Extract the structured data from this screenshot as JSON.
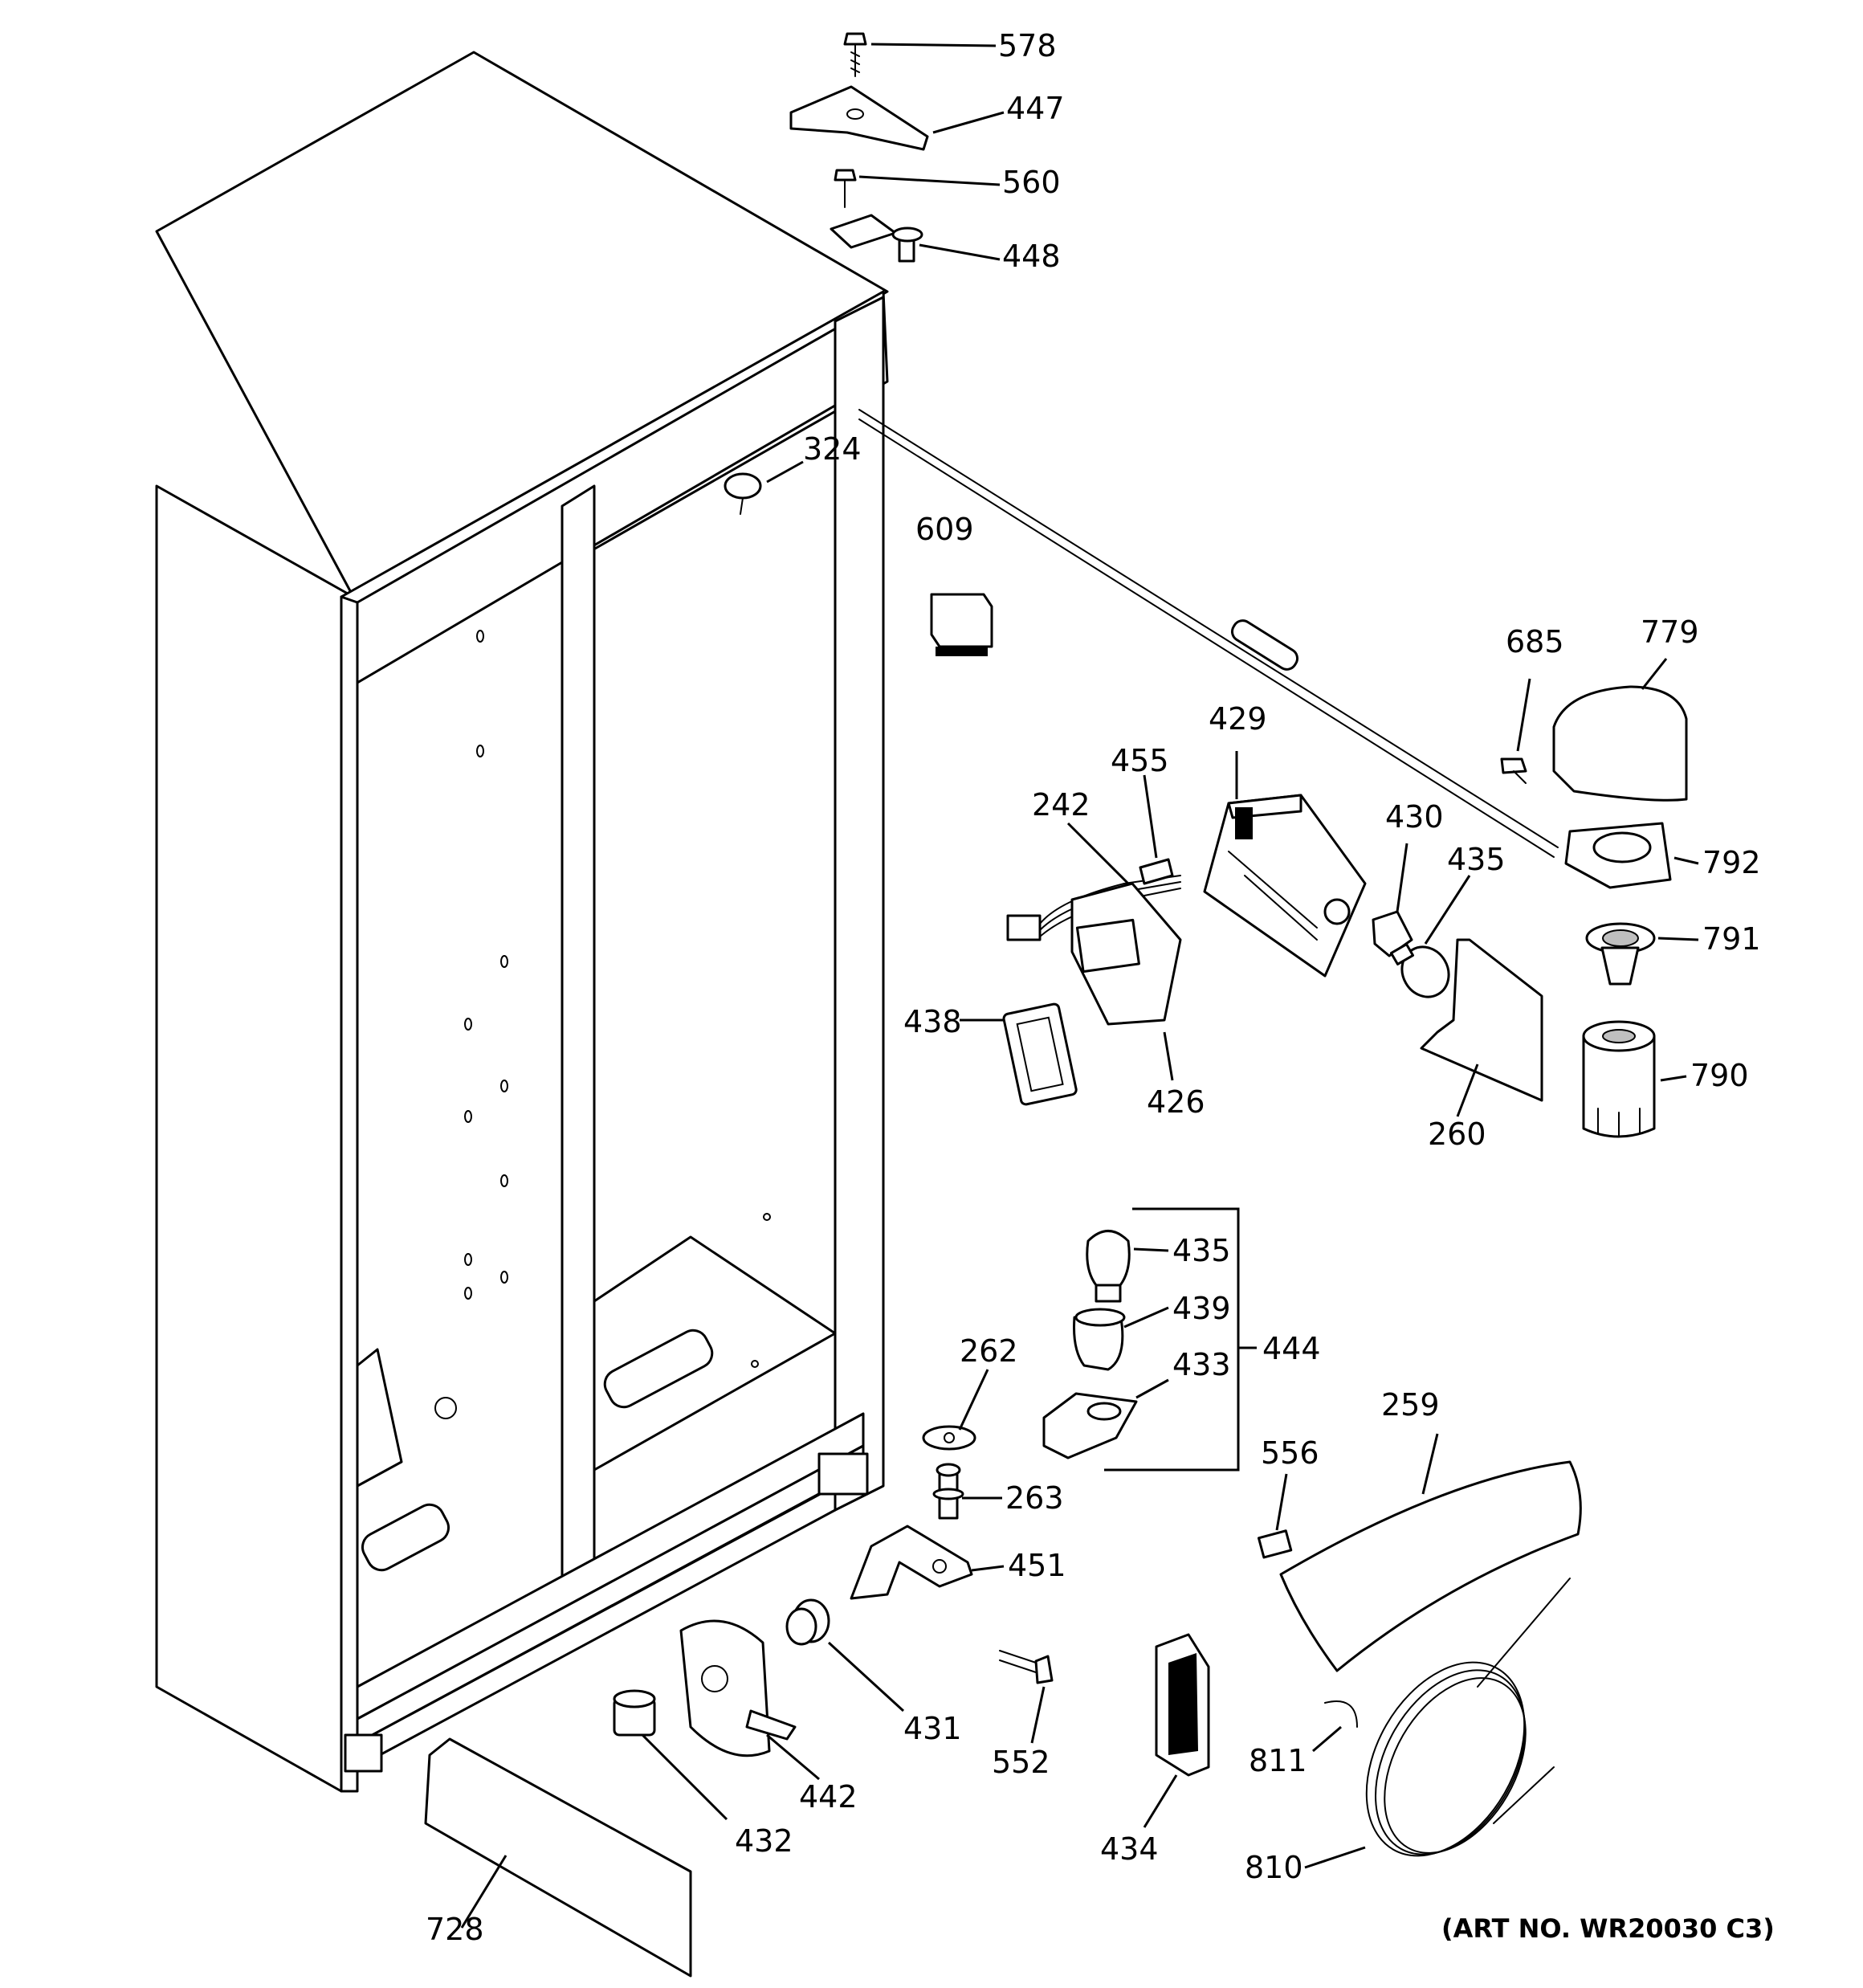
{
  "callouts": [
    {
      "id": "c578",
      "label": "578"
    },
    {
      "id": "c447",
      "label": "447"
    },
    {
      "id": "c560",
      "label": "560"
    },
    {
      "id": "c448",
      "label": "448"
    },
    {
      "id": "c324",
      "label": "324"
    },
    {
      "id": "c609",
      "label": "609"
    },
    {
      "id": "c685",
      "label": "685"
    },
    {
      "id": "c779",
      "label": "779"
    },
    {
      "id": "c429",
      "label": "429"
    },
    {
      "id": "c455",
      "label": "455"
    },
    {
      "id": "c242",
      "label": "242"
    },
    {
      "id": "c430",
      "label": "430"
    },
    {
      "id": "c435a",
      "label": "435"
    },
    {
      "id": "c792",
      "label": "792"
    },
    {
      "id": "c791",
      "label": "791"
    },
    {
      "id": "c438",
      "label": "438"
    },
    {
      "id": "c426",
      "label": "426"
    },
    {
      "id": "c790",
      "label": "790"
    },
    {
      "id": "c260",
      "label": "260"
    },
    {
      "id": "c435b",
      "label": "435"
    },
    {
      "id": "c439",
      "label": "439"
    },
    {
      "id": "c444",
      "label": "444"
    },
    {
      "id": "c433",
      "label": "433"
    },
    {
      "id": "c262",
      "label": "262"
    },
    {
      "id": "c263",
      "label": "263"
    },
    {
      "id": "c451",
      "label": "451"
    },
    {
      "id": "c259",
      "label": "259"
    },
    {
      "id": "c556",
      "label": "556"
    },
    {
      "id": "c431",
      "label": "431"
    },
    {
      "id": "c442",
      "label": "442"
    },
    {
      "id": "c552",
      "label": "552"
    },
    {
      "id": "c432",
      "label": "432"
    },
    {
      "id": "c434",
      "label": "434"
    },
    {
      "id": "c811",
      "label": "811"
    },
    {
      "id": "c810",
      "label": "810"
    },
    {
      "id": "c728",
      "label": "728"
    }
  ],
  "art_number": "(ART NO. WR20030 C3)"
}
